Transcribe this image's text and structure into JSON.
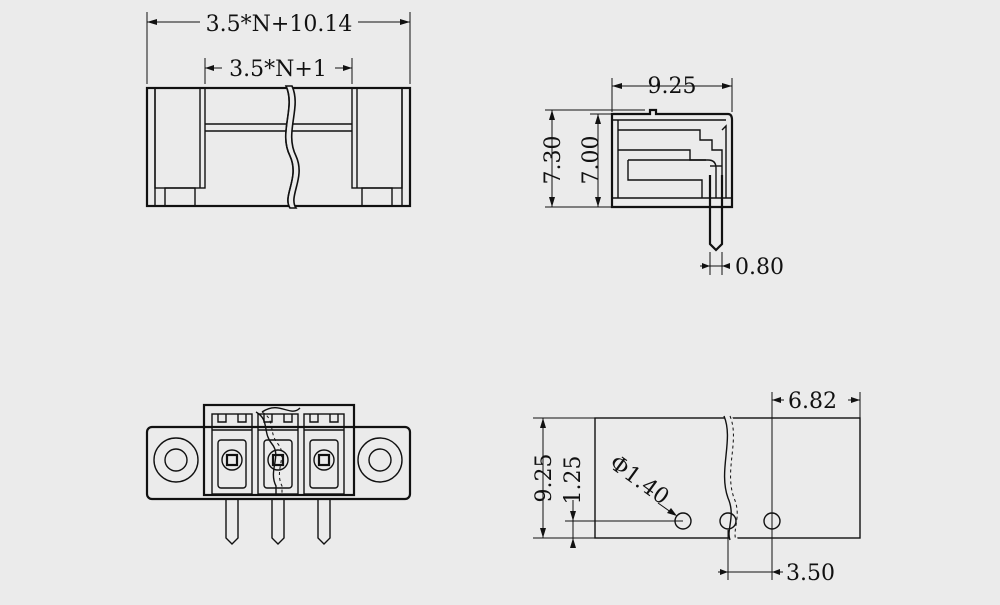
{
  "views": {
    "front": {
      "dim_overall": "3.5*N+10.14",
      "dim_inner": "3.5*N+1"
    },
    "side": {
      "dim_width": "9.25",
      "dim_height_outer": "7.30",
      "dim_height_inner": "7.00",
      "dim_pin": "0.80"
    },
    "bottom": {
      "pins": 3
    },
    "pcb": {
      "dim_width": "9.25",
      "dim_offset": "1.25",
      "dim_hole": "Φ1.40",
      "dim_edge": "6.82",
      "dim_pitch": "3.50"
    }
  },
  "colors": {
    "background": "#ebebeb",
    "line": "#111111"
  }
}
